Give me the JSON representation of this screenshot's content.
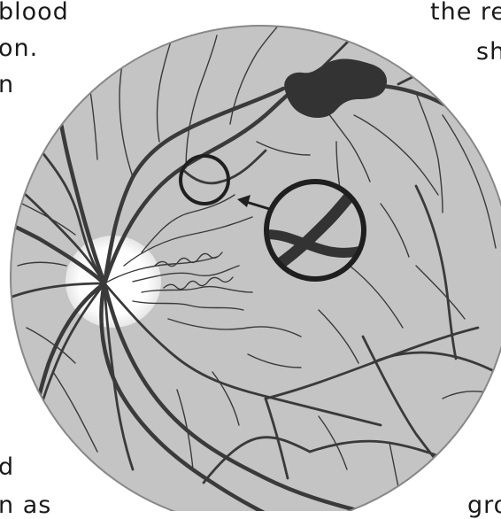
{
  "text_fragments": {
    "top_left_1": "blood",
    "top_left_2": "on.",
    "top_left_3": "n",
    "top_right_1": "the re",
    "top_right_2": "sh",
    "bottom_left_1": "d",
    "bottom_left_2": "n as",
    "bottom_right_1": "gro"
  },
  "colors": {
    "retina_fill": "#c4c4c4",
    "vessel": "#3a3a3a",
    "outline": "#1f1f1f",
    "optic_disc": "#ffffff",
    "hemorrhage": "#333333"
  },
  "icons": {
    "callout_arrow": "arrow-left-icon"
  }
}
